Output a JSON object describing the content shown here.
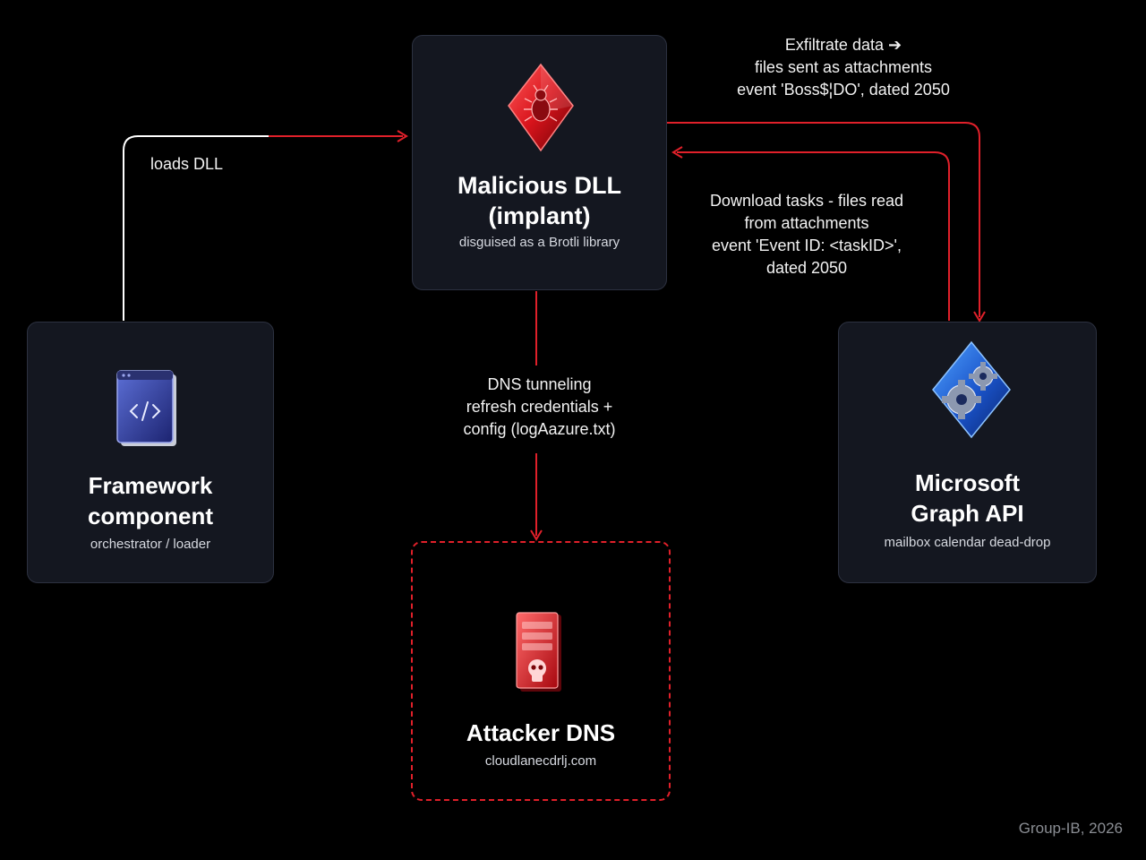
{
  "nodes": {
    "dll": {
      "title": "Malicious DLL (implant)",
      "subtitle": "disguised as a Brotli library",
      "icon": "bug-diamond-icon"
    },
    "framework": {
      "title_line1": "Framework",
      "title_line2": "component",
      "subtitle": "orchestrator / loader",
      "icon": "code-window-icon"
    },
    "graph": {
      "title_line1": "Microsoft",
      "title_line2": "Graph API",
      "subtitle": "mailbox calendar dead-drop",
      "icon": "gears-icon"
    },
    "dns": {
      "title": "Attacker DNS",
      "subtitle": "cloudlanecdrlj.com",
      "icon": "skull-server-icon"
    }
  },
  "edges": {
    "loads": {
      "label": "loads DLL"
    },
    "exfil": {
      "lines": [
        "Exfiltrate data ➔",
        "files sent as attachments",
        "event 'Boss$¦DO', dated 2050"
      ]
    },
    "download": {
      "lines": [
        "Download tasks - files read",
        "from attachments",
        "event 'Event ID: <taskID>',",
        "dated 2050"
      ]
    },
    "dns_tunnel": {
      "lines": [
        "DNS tunneling",
        "refresh credentials +",
        "config (logAazure.txt)"
      ]
    }
  },
  "colors": {
    "accent": "#e0202a",
    "node_bg": "#141720",
    "node_border": "#2c3140",
    "background": "#000000"
  },
  "footer": {
    "credit": "Group-IB, 2026"
  }
}
